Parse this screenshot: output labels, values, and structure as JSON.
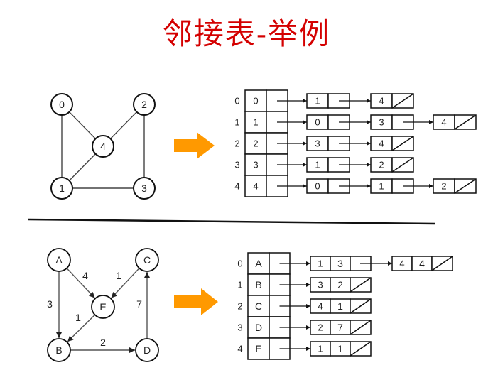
{
  "title": "邻接表-举例",
  "colors": {
    "title": "#d40000",
    "arrow": "#ff9900",
    "stroke": "#222222",
    "edge": "#555555"
  },
  "undirected_example": {
    "graph": {
      "nodes": [
        "0",
        "1",
        "2",
        "3",
        "4"
      ],
      "edges": [
        [
          "0",
          "1"
        ],
        [
          "0",
          "4"
        ],
        [
          "2",
          "4"
        ],
        [
          "1",
          "4"
        ],
        [
          "2",
          "3"
        ],
        [
          "1",
          "3"
        ]
      ]
    },
    "adjacency_list": [
      {
        "index": "0",
        "vertex": "0",
        "neighbors": [
          "1",
          "4"
        ]
      },
      {
        "index": "1",
        "vertex": "1",
        "neighbors": [
          "0",
          "3",
          "4"
        ]
      },
      {
        "index": "2",
        "vertex": "2",
        "neighbors": [
          "3",
          "4"
        ]
      },
      {
        "index": "3",
        "vertex": "3",
        "neighbors": [
          "1",
          "2"
        ]
      },
      {
        "index": "4",
        "vertex": "4",
        "neighbors": [
          "0",
          "1",
          "2"
        ]
      }
    ]
  },
  "directed_example": {
    "graph": {
      "nodes": [
        "A",
        "B",
        "C",
        "D",
        "E"
      ],
      "edges": [
        {
          "from": "A",
          "to": "E",
          "weight": "4"
        },
        {
          "from": "A",
          "to": "B",
          "weight": "3"
        },
        {
          "from": "C",
          "to": "E",
          "weight": "1"
        },
        {
          "from": "E",
          "to": "B",
          "weight": "1"
        },
        {
          "from": "B",
          "to": "D",
          "weight": "2"
        },
        {
          "from": "D",
          "to": "C",
          "weight": "7"
        }
      ]
    },
    "adjacency_list": [
      {
        "index": "0",
        "vertex": "A",
        "neighbors": [
          {
            "target": "1",
            "weight": "3"
          },
          {
            "target": "4",
            "weight": "4"
          }
        ]
      },
      {
        "index": "1",
        "vertex": "B",
        "neighbors": [
          {
            "target": "3",
            "weight": "2"
          }
        ]
      },
      {
        "index": "2",
        "vertex": "C",
        "neighbors": [
          {
            "target": "4",
            "weight": "1"
          }
        ]
      },
      {
        "index": "3",
        "vertex": "D",
        "neighbors": [
          {
            "target": "2",
            "weight": "7"
          }
        ]
      },
      {
        "index": "4",
        "vertex": "E",
        "neighbors": [
          {
            "target": "1",
            "weight": "1"
          }
        ]
      }
    ]
  }
}
